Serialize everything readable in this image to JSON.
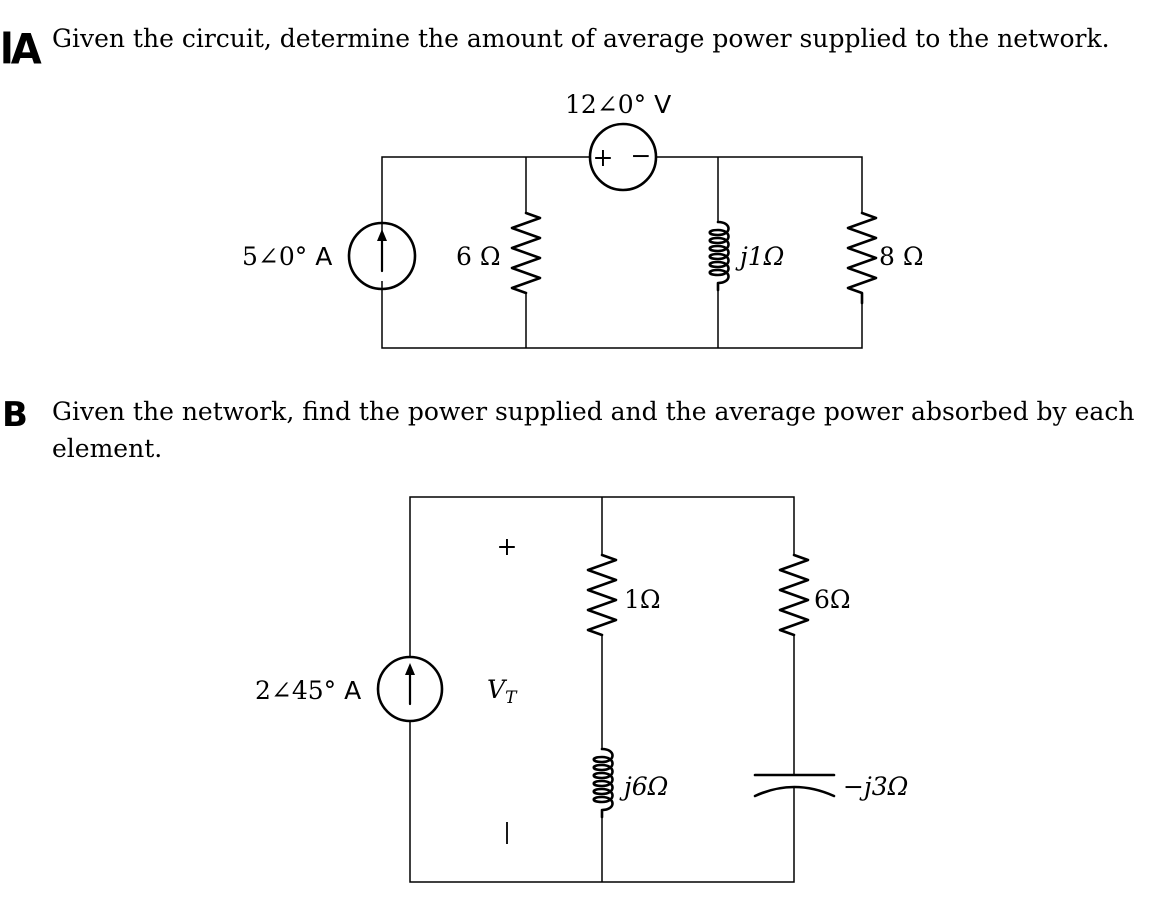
{
  "problem_a": {
    "marker": "lA",
    "text": "Given the circuit, determine the amount of average power supplied to the network.",
    "voltage_source": {
      "magnitude": "12",
      "angle": "0°",
      "unit": "V",
      "polarity_plus": "+",
      "polarity_minus": "−"
    },
    "current_source": {
      "magnitude": "5",
      "angle": "0°",
      "unit": "A"
    },
    "resistor_6": "6 Ω",
    "inductor": "j1Ω",
    "resistor_8": "8 Ω"
  },
  "problem_b": {
    "marker": "B",
    "text": "Given the network, find the power supplied and the average power absorbed by each element.",
    "current_source": {
      "magnitude": "2",
      "angle": "45°",
      "unit": "A"
    },
    "vt_plus": "+",
    "vt_symbol": "V",
    "vt_subscript": "T",
    "vt_minus": "−",
    "resistor_1": "1Ω",
    "inductor": "j6Ω",
    "resistor_6": "6Ω",
    "capacitor": "−j3Ω"
  }
}
